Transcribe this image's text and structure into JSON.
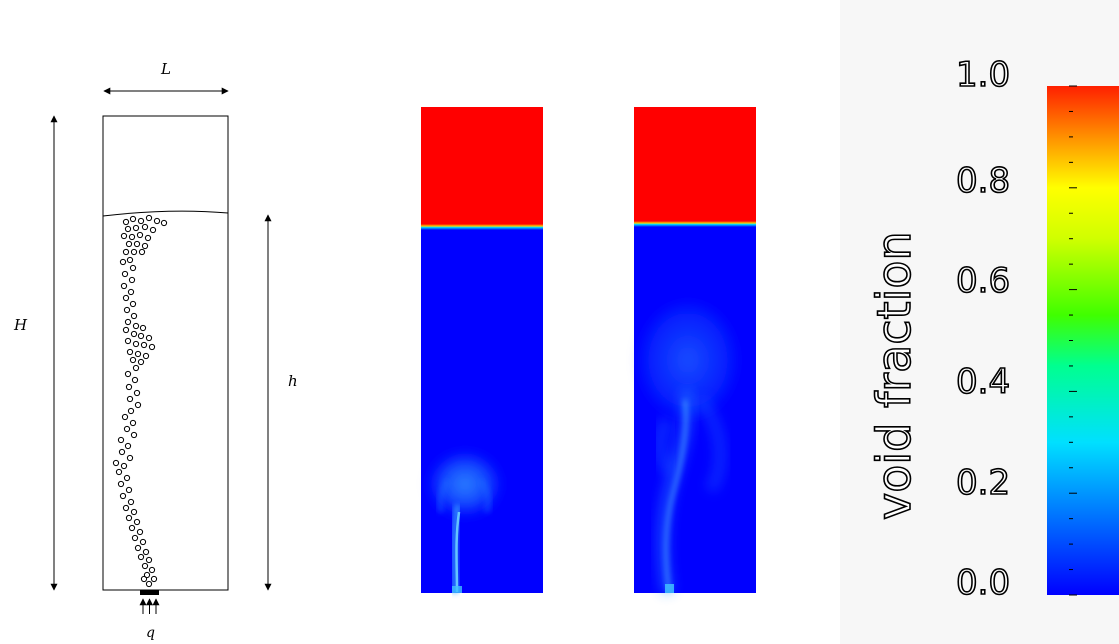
{
  "schematic": {
    "label_L": "L",
    "label_H": "H",
    "label_h": "h",
    "label_q": "q"
  },
  "colorbar": {
    "title": "void fraction",
    "ticks": [
      "1.0",
      "0.8",
      "0.6",
      "0.4",
      "0.2",
      "0.0"
    ],
    "colormap": "jet"
  },
  "colors": {
    "air": "#ff0000",
    "water": "#0000ff",
    "plume": "#2aa0ff"
  }
}
